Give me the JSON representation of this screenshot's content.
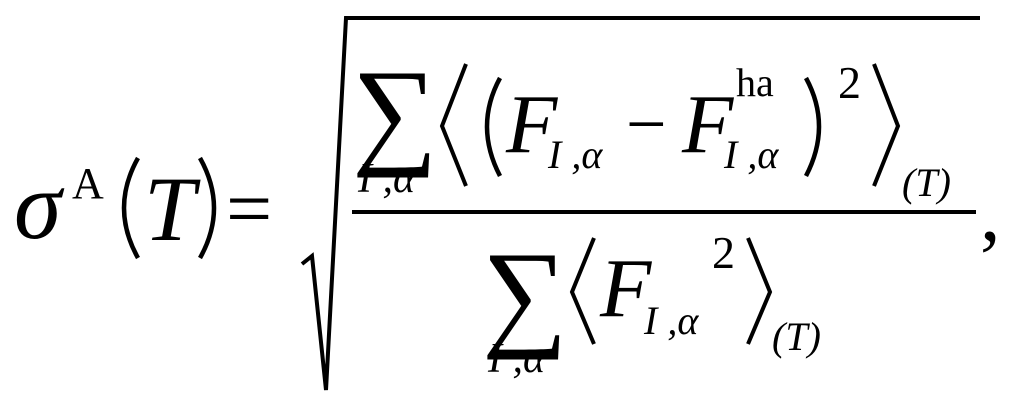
{
  "formula": {
    "lhs": {
      "sigma": "σ",
      "sup_A": "A",
      "T": "T",
      "equals": "="
    },
    "numerator": {
      "sum": "∑",
      "sum_sub": "I ,α",
      "F": "F",
      "sub_ia": "I ,α",
      "minus": "−",
      "F2": "F",
      "sup_ha": "ha",
      "sub_ia2": "I ,α",
      "power": "2",
      "avg_sub": "(T)"
    },
    "denominator": {
      "sum": "∑",
      "sum_sub": "I ,α",
      "F": "F",
      "sub_ia": "I ,α",
      "power": "2",
      "avg_sub": "(T)"
    },
    "trailing_comma": ","
  }
}
